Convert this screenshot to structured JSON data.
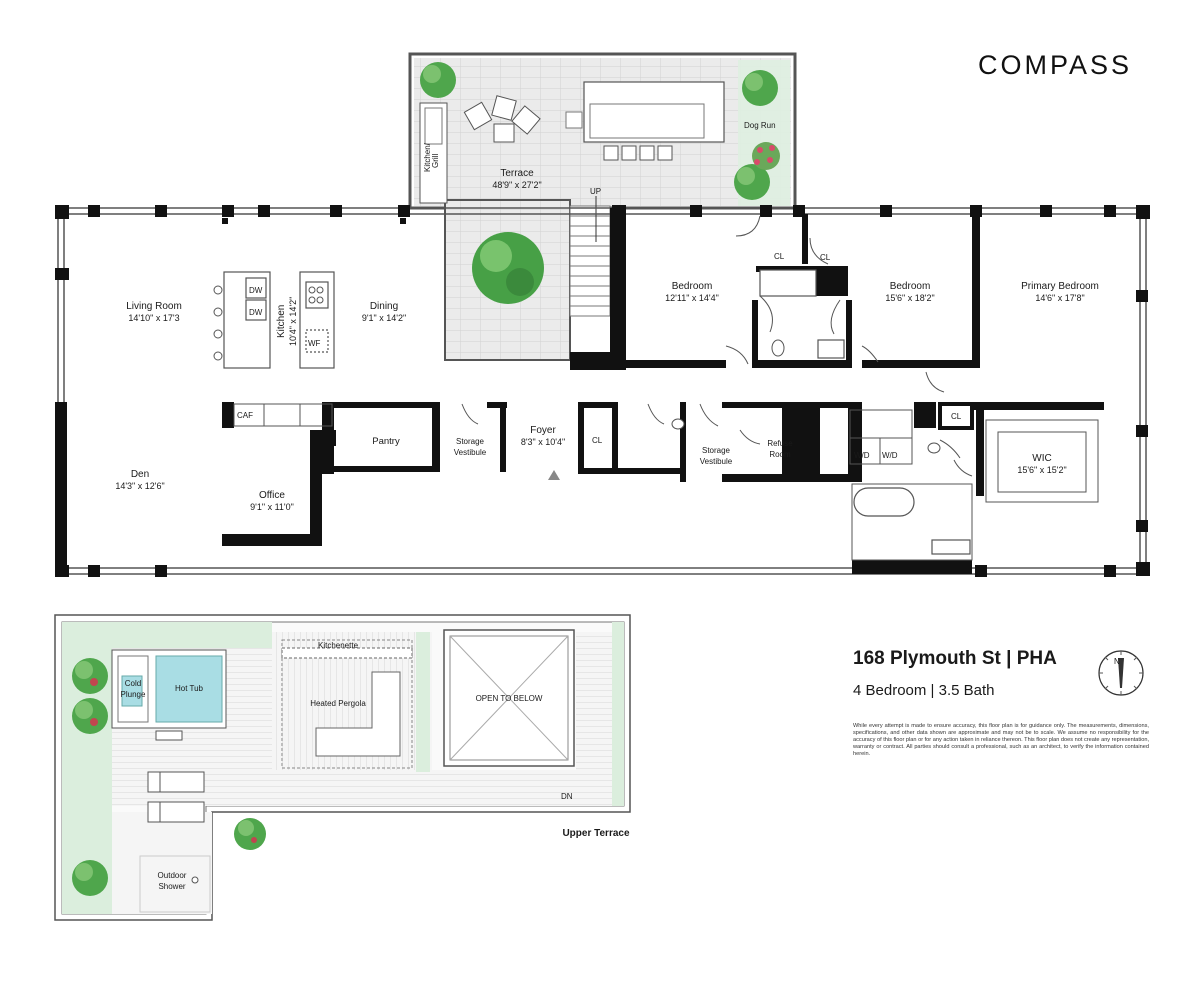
{
  "brand": {
    "name": "COMPASS"
  },
  "listing": {
    "title": "168 Plymouth St | PHA",
    "subtitle": "4 Bedroom | 3.5 Bath",
    "disclaimer": "While every attempt is made to ensure accuracy, this floor plan is for guidance only. The measurements, dimensions, specifications, and other data shown are approximate and may not be to scale. We assume no responsibility for the accuracy of this floor plan or for any action taken in reliance thereon. This floor plan does not create any representation, warranty or contract. All parties should consult a professional, such as an architect, to verify the information contained herein."
  },
  "rooms": {
    "terrace": {
      "name": "Terrace",
      "dims": "48'9\" x 27'2\""
    },
    "kitchen_grill": {
      "line1": "Kitchen/",
      "line2": "Grill"
    },
    "dog_run": "Dog Run",
    "up": "UP",
    "living_room": {
      "name": "Living Room",
      "dims": "14'10\" x 17'3"
    },
    "kitchen": {
      "name": "Kitchen",
      "dims": "10'4\" x 14'2\""
    },
    "dining": {
      "name": "Dining",
      "dims": "9'1\" x 14'2\""
    },
    "bedroom1": {
      "name": "Bedroom",
      "dims": "12'11\" x 14'4\""
    },
    "bedroom2": {
      "name": "Bedroom",
      "dims": "15'6\" x 18'2\""
    },
    "primary_bedroom": {
      "name": "Primary Bedroom",
      "dims": "14'6\" x 17'8\""
    },
    "den": {
      "name": "Den",
      "dims": "14'3\" x 12'6\""
    },
    "office": {
      "name": "Office",
      "dims": "9'1\" x 11'0\""
    },
    "pantry": "Pantry",
    "storage_vestibule_1": {
      "line1": "Storage",
      "line2": "Vestibule"
    },
    "foyer": {
      "name": "Foyer",
      "dims": "8'3\" x 10'4\""
    },
    "storage_vestibule_2": {
      "line1": "Storage",
      "line2": "Vestibule"
    },
    "refuse_room": {
      "line1": "Refuse",
      "line2": "Room"
    },
    "wic": {
      "name": "WIC",
      "dims": "15'6\" x 15'2\""
    },
    "caf": "CAF",
    "dw": "DW",
    "wf": "WF",
    "wd": "W/D",
    "cl": "CL"
  },
  "upper": {
    "label": "Upper Terrace",
    "cold_plunge": {
      "line1": "Cold",
      "line2": "Plunge"
    },
    "hot_tub": "Hot Tub",
    "kitchenette": "Kitchenette",
    "heated_pergola": "Heated Pergola",
    "open_to_below": "OPEN TO BELOW",
    "dn": "DN",
    "outdoor_shower": {
      "line1": "Outdoor",
      "line2": "Shower"
    }
  },
  "compass": {
    "north": "N"
  }
}
